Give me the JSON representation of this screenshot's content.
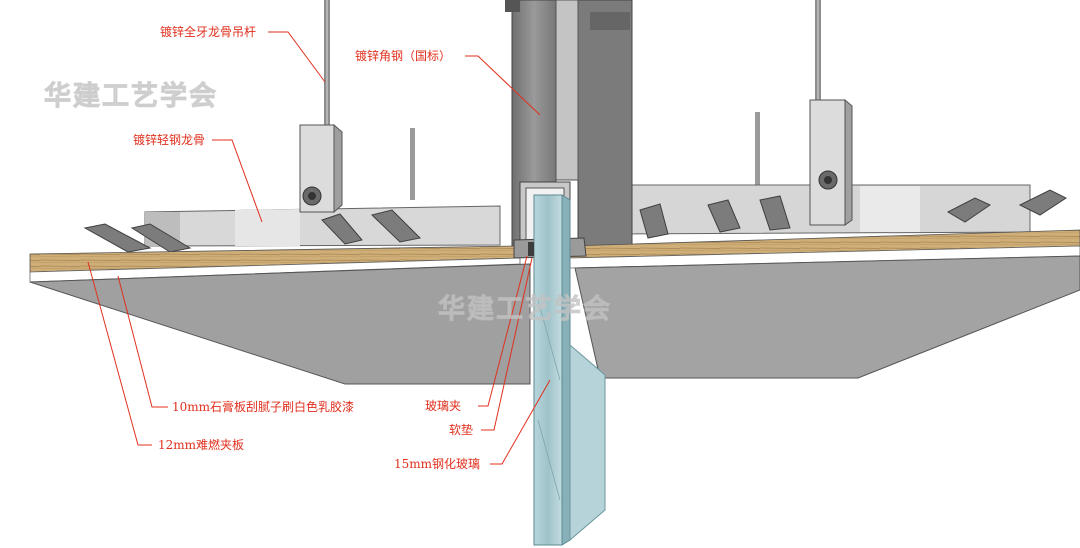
{
  "labels": {
    "hanger_rod": "镀锌全牙龙骨吊杆",
    "angle_steel": "镀锌角钢（国标）",
    "light_keel": "镀锌轻钢龙骨",
    "gypsum_board": "10mm石膏板刮腻子刷白色乳胶漆",
    "fire_plywood": "12mm难燃夹板",
    "glass_clamp": "玻璃夹",
    "soft_pad": "软垫",
    "tempered_glass": "15mm钢化玻璃"
  },
  "watermark": "华建工艺学会",
  "colors": {
    "label_red": "#e0301e",
    "board_gray": "#9c9c9c",
    "plywood": "#c9a772",
    "steel": "#8a8a8a",
    "glass": "#a9c9cf"
  }
}
